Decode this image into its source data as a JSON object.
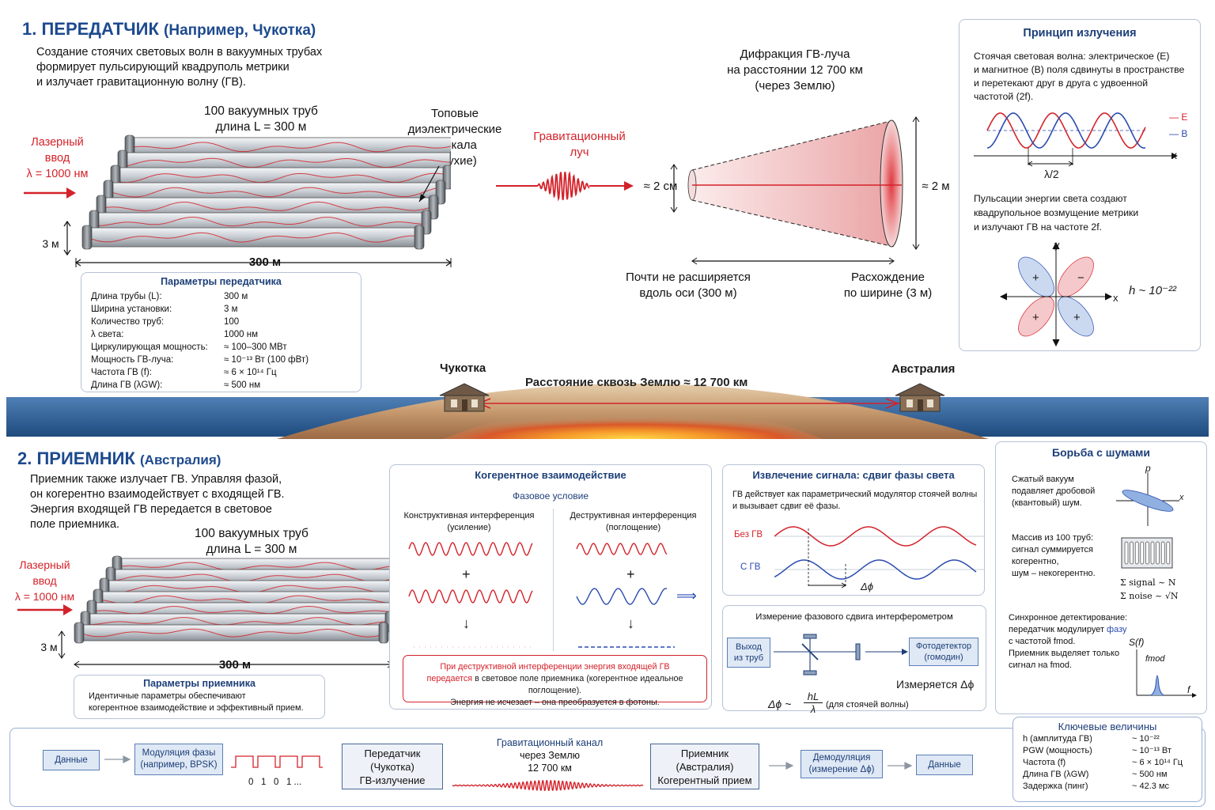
{
  "section1": {
    "title": "1. ПЕРЕДАТЧИК",
    "subtitle": "(Например, Чукотка)",
    "intro": [
      "Создание стоячих световых волн в вакуумных трубах",
      "формирует пульсирующий квадруполь метрики",
      "и излучает гравитационную волну (ГВ)."
    ],
    "tubes_label": [
      "100 вакуумных труб",
      "длина L = 300 м"
    ],
    "laser_label": [
      "Лазерный",
      "ввод",
      "λ = 1000 нм"
    ],
    "mirrors_label": [
      "Топовые",
      "диэлектрические",
      "зеркала",
      "(глухие)"
    ],
    "height_label": "3 м",
    "length_label": "300 м",
    "gw_beam_label": [
      "Гравитационный",
      "луч"
    ],
    "diffraction_label": [
      "Дифракция ГВ-луча",
      "на расстоянии 12 700 км",
      "(через Землю)"
    ],
    "width_small": "≈ 2 см",
    "width_big": "≈ 2 м",
    "axis_note": [
      "Почти не расширяется",
      "вдоль оси (300 м)"
    ],
    "spread_note": [
      "Расхождение",
      "по ширине (3 м)"
    ],
    "params": {
      "title": "Параметры передатчика",
      "rows": [
        [
          "Длина трубы (L):",
          "300 м"
        ],
        [
          "Ширина установки:",
          "3 м"
        ],
        [
          "Количество труб:",
          "100"
        ],
        [
          "λ света:",
          "1000 нм"
        ],
        [
          "Циркулирующая мощность:",
          "≈ 100–300 МВт"
        ],
        [
          "Мощность ГВ-луча:",
          "≈ 10⁻¹³ Вт (100 фВт)"
        ],
        [
          "Частота ГВ (f):",
          "≈ 6 × 10¹⁴ Гц"
        ],
        [
          "Длина ГВ (λGW):",
          "≈ 500 нм"
        ]
      ]
    }
  },
  "principle": {
    "title": "Принцип излучения",
    "text1": [
      "Стоячая световая волна: электрическое (E)",
      "и магнитное (B) поля сдвинуты в пространстве",
      "и перетекают друг в друга с удвоенной",
      "частотой (2f)."
    ],
    "legend_e": "— E",
    "legend_b": "— B",
    "x_axis": "x",
    "half_lambda": "λ/2",
    "text2": [
      "Пульсации энергии света создают",
      "квадрупольное возмущение метрики",
      "и излучают ГВ на частоте 2f."
    ],
    "y_axis": "y",
    "x_axis2": "x",
    "strain": "h ~ 10⁻²²",
    "plus": "+",
    "minus": "−"
  },
  "earth": {
    "left_city": "Чукотка",
    "right_city": "Австралия",
    "distance": "Расстояние сквозь Землю ≈ 12 700 км"
  },
  "section2": {
    "title": "2. ПРИЕМНИК",
    "subtitle": "(Австралия)",
    "intro": [
      "Приемник также излучает ГВ. Управляя фазой,",
      "он когерентно взаимодействует с входящей ГВ.",
      "Энергия входящей ГВ передается в световое",
      "поле приемника."
    ],
    "tubes_label": [
      "100 вакуумных труб",
      "длина L = 300 м"
    ],
    "laser_label": [
      "Лазерный",
      "ввод",
      "λ = 1000 нм"
    ],
    "height_label": "3 м",
    "length_label": "300 м",
    "params_title": "Параметры приемника",
    "params_text": [
      "Идентичные параметры обеспечивают",
      "когерентное взаимодействие и эффективный прием."
    ]
  },
  "coherent": {
    "title": "Когерентное взаимодействие",
    "phase_cond": "Фазовое условие",
    "constructive": [
      "Конструктивная интерференция",
      "(усиление)"
    ],
    "destructive": [
      "Деструктивная интерференция",
      "(поглощение)"
    ],
    "plus": "+",
    "down": "↓",
    "implies": "⟹",
    "note_red": "При деструктивной интерференции энергия входящей ГВ",
    "note_red2": "передается",
    "note_black": " в световое поле приемника (когерентное идеальное поглощение).",
    "note_last": "Энергия не исчезает – она преобразуется в фотоны."
  },
  "extract": {
    "title": "Извлечение сигнала: сдвиг фазы света",
    "text": [
      "ГВ действует как параметрический модулятор стоячей волны",
      "и вызывает сдвиг её фазы."
    ],
    "no_gw": "Без ГВ",
    "with_gw": "С ГВ",
    "dphi": "Δϕ"
  },
  "interf": {
    "title": "Измерение фазового сдвига интерферометром",
    "from_tubes": [
      "Выход",
      "из труб"
    ],
    "detector": [
      "Фотодетектор",
      "(гомодин)"
    ],
    "measured": "Измеряется Δϕ",
    "formula_left": "Δϕ ~",
    "formula_num": "hL",
    "formula_den": "λ",
    "formula_note": "(для стоячей волны)"
  },
  "noise": {
    "title": "Борьба с шумами",
    "squeezed": [
      "Сжатый вакуум",
      "подавляет дробовой",
      "(квантовый) шум."
    ],
    "p_axis": "p",
    "x_axis": "x",
    "array": [
      "Массив из 100 труб:",
      "сигнал суммируется",
      "когерентно,",
      "шум – некогерентно."
    ],
    "sum_signal": "Σ signal ~ N",
    "sum_noise": "Σ noise ~ √N",
    "sync": [
      "Синхронное детектирование:",
      "передатчик модулирует",
      "с частотой fmod.",
      "Приемник выделяет только",
      "сигнал на fmod."
    ],
    "sync_phase": "фазу",
    "s_of_f": "S(f)",
    "fmod": "fmod",
    "f_axis": "f"
  },
  "flow": {
    "data_in": "Данные",
    "modulation": [
      "Модуляция фазы",
      "(например, BPSK)"
    ],
    "bits": "0   1   0   1 ...",
    "transmitter": [
      "Передатчик",
      "(Чукотка)",
      "ГВ-излучение"
    ],
    "channel": [
      "Гравитационный канал",
      "через Землю",
      "12 700 км"
    ],
    "receiver": [
      "Приемник",
      "(Австралия)",
      "Когерентный прием"
    ],
    "demod": [
      "Демодуляция",
      "(измерение Δϕ)"
    ],
    "data_out": "Данные"
  },
  "key": {
    "title": "Ключевые величины",
    "rows": [
      [
        "h (амплитуда ГВ)",
        "~ 10⁻²²"
      ],
      [
        "PGW (мощность)",
        "~ 10⁻¹³ Вт"
      ],
      [
        "Частота (f)",
        "~ 6 × 10¹⁴ Гц"
      ],
      [
        "Длина ГВ (λGW)",
        "~ 500 нм"
      ],
      [
        "Задержка (пинг)",
        "~ 42.3 мс"
      ]
    ]
  },
  "colors": {
    "accent_blue": "#1d4a8f",
    "red": "#d4222a",
    "wave_blue": "#2a4bb0"
  }
}
